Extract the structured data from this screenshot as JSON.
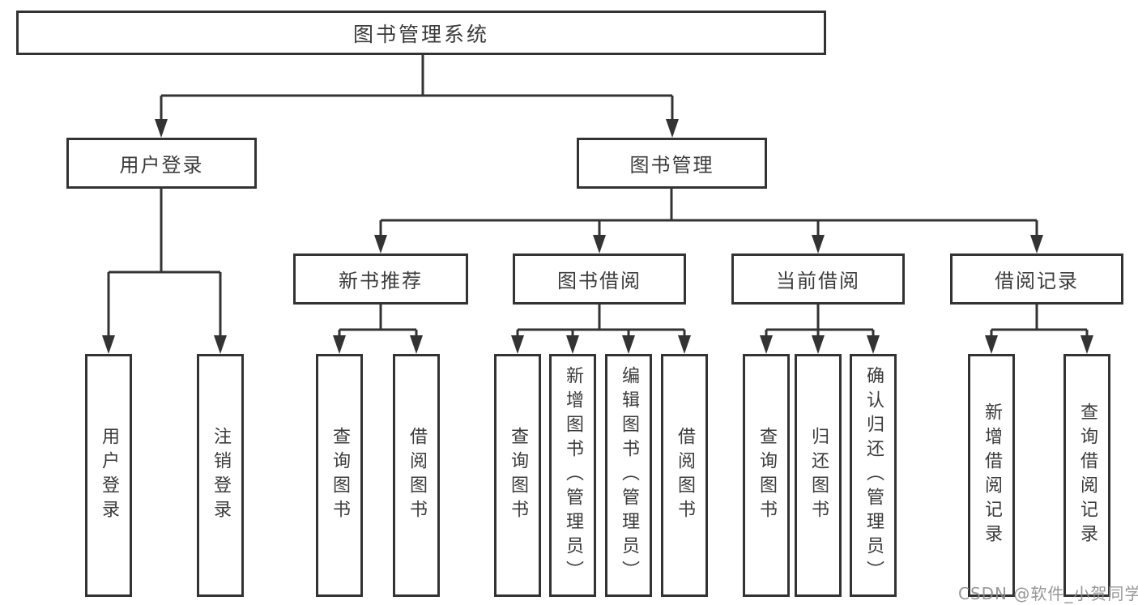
{
  "tree": {
    "root": {
      "label": "图书管理系统"
    },
    "branches": [
      {
        "label": "用户登录",
        "children": [
          {
            "label": "用户登录"
          },
          {
            "label": "注销登录"
          }
        ]
      },
      {
        "label": "图书管理",
        "children": [
          {
            "label": "新书推荐",
            "children": [
              {
                "label": "查询图书"
              },
              {
                "label": "借阅图书"
              }
            ]
          },
          {
            "label": "图书借阅",
            "children": [
              {
                "label": "查询图书"
              },
              {
                "label": "新增图书（管理员）"
              },
              {
                "label": "编辑图书（管理员）"
              },
              {
                "label": "借阅图书"
              }
            ]
          },
          {
            "label": "当前借阅",
            "children": [
              {
                "label": "查询图书"
              },
              {
                "label": "归还图书"
              },
              {
                "label": "确认归还（管理员）"
              }
            ]
          },
          {
            "label": "借阅记录",
            "children": [
              {
                "label": "新增借阅记录"
              },
              {
                "label": "查询借阅记录"
              }
            ]
          }
        ]
      }
    ]
  },
  "watermark": {
    "text": "CSDN @软件_小贺同学"
  },
  "colors": {
    "line": "#333333",
    "box_border": "#333333",
    "text": "#3b3b3b",
    "watermark": "#8c8c8c",
    "background": "#ffffff"
  }
}
